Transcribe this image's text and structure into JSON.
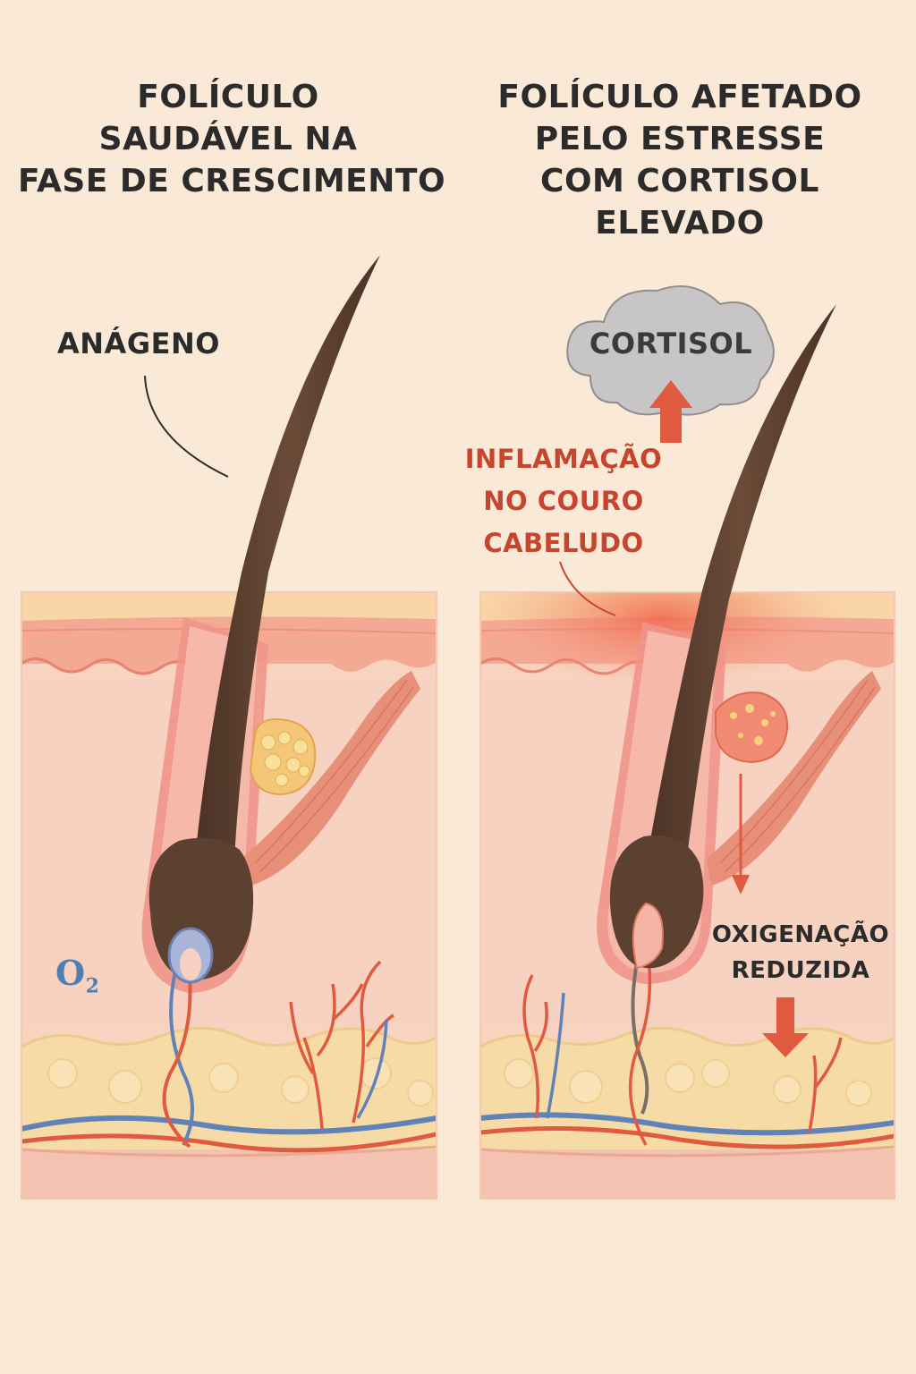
{
  "left_panel": {
    "title_lines": [
      "FOLÍCULO",
      "SAUDÁVEL NA",
      "FASE DE CRESCIMENTO"
    ],
    "phase_label": "ANÁGENO",
    "oxygen_label": "O",
    "oxygen_subscript": "2"
  },
  "right_panel": {
    "title_lines": [
      "FOLÍCULO AFETADO",
      "PELO ESTRESSE",
      "COM CORTISOL",
      "ELEVADO"
    ],
    "cloud_label": "CORTISOL",
    "inflammation_lines": [
      "INFLAMAÇÃO",
      "NO COURO",
      "CABELUDO"
    ],
    "oxygen_lines": [
      "OXIGENAÇÃO",
      "REDUZIDA"
    ]
  },
  "colors": {
    "background": "#fbe9d8",
    "hair": "#5c4030",
    "artery": "#e05a40",
    "vein": "#5f82b8",
    "inflammation": "#c8452d",
    "cloud": "#c7c5c5"
  }
}
